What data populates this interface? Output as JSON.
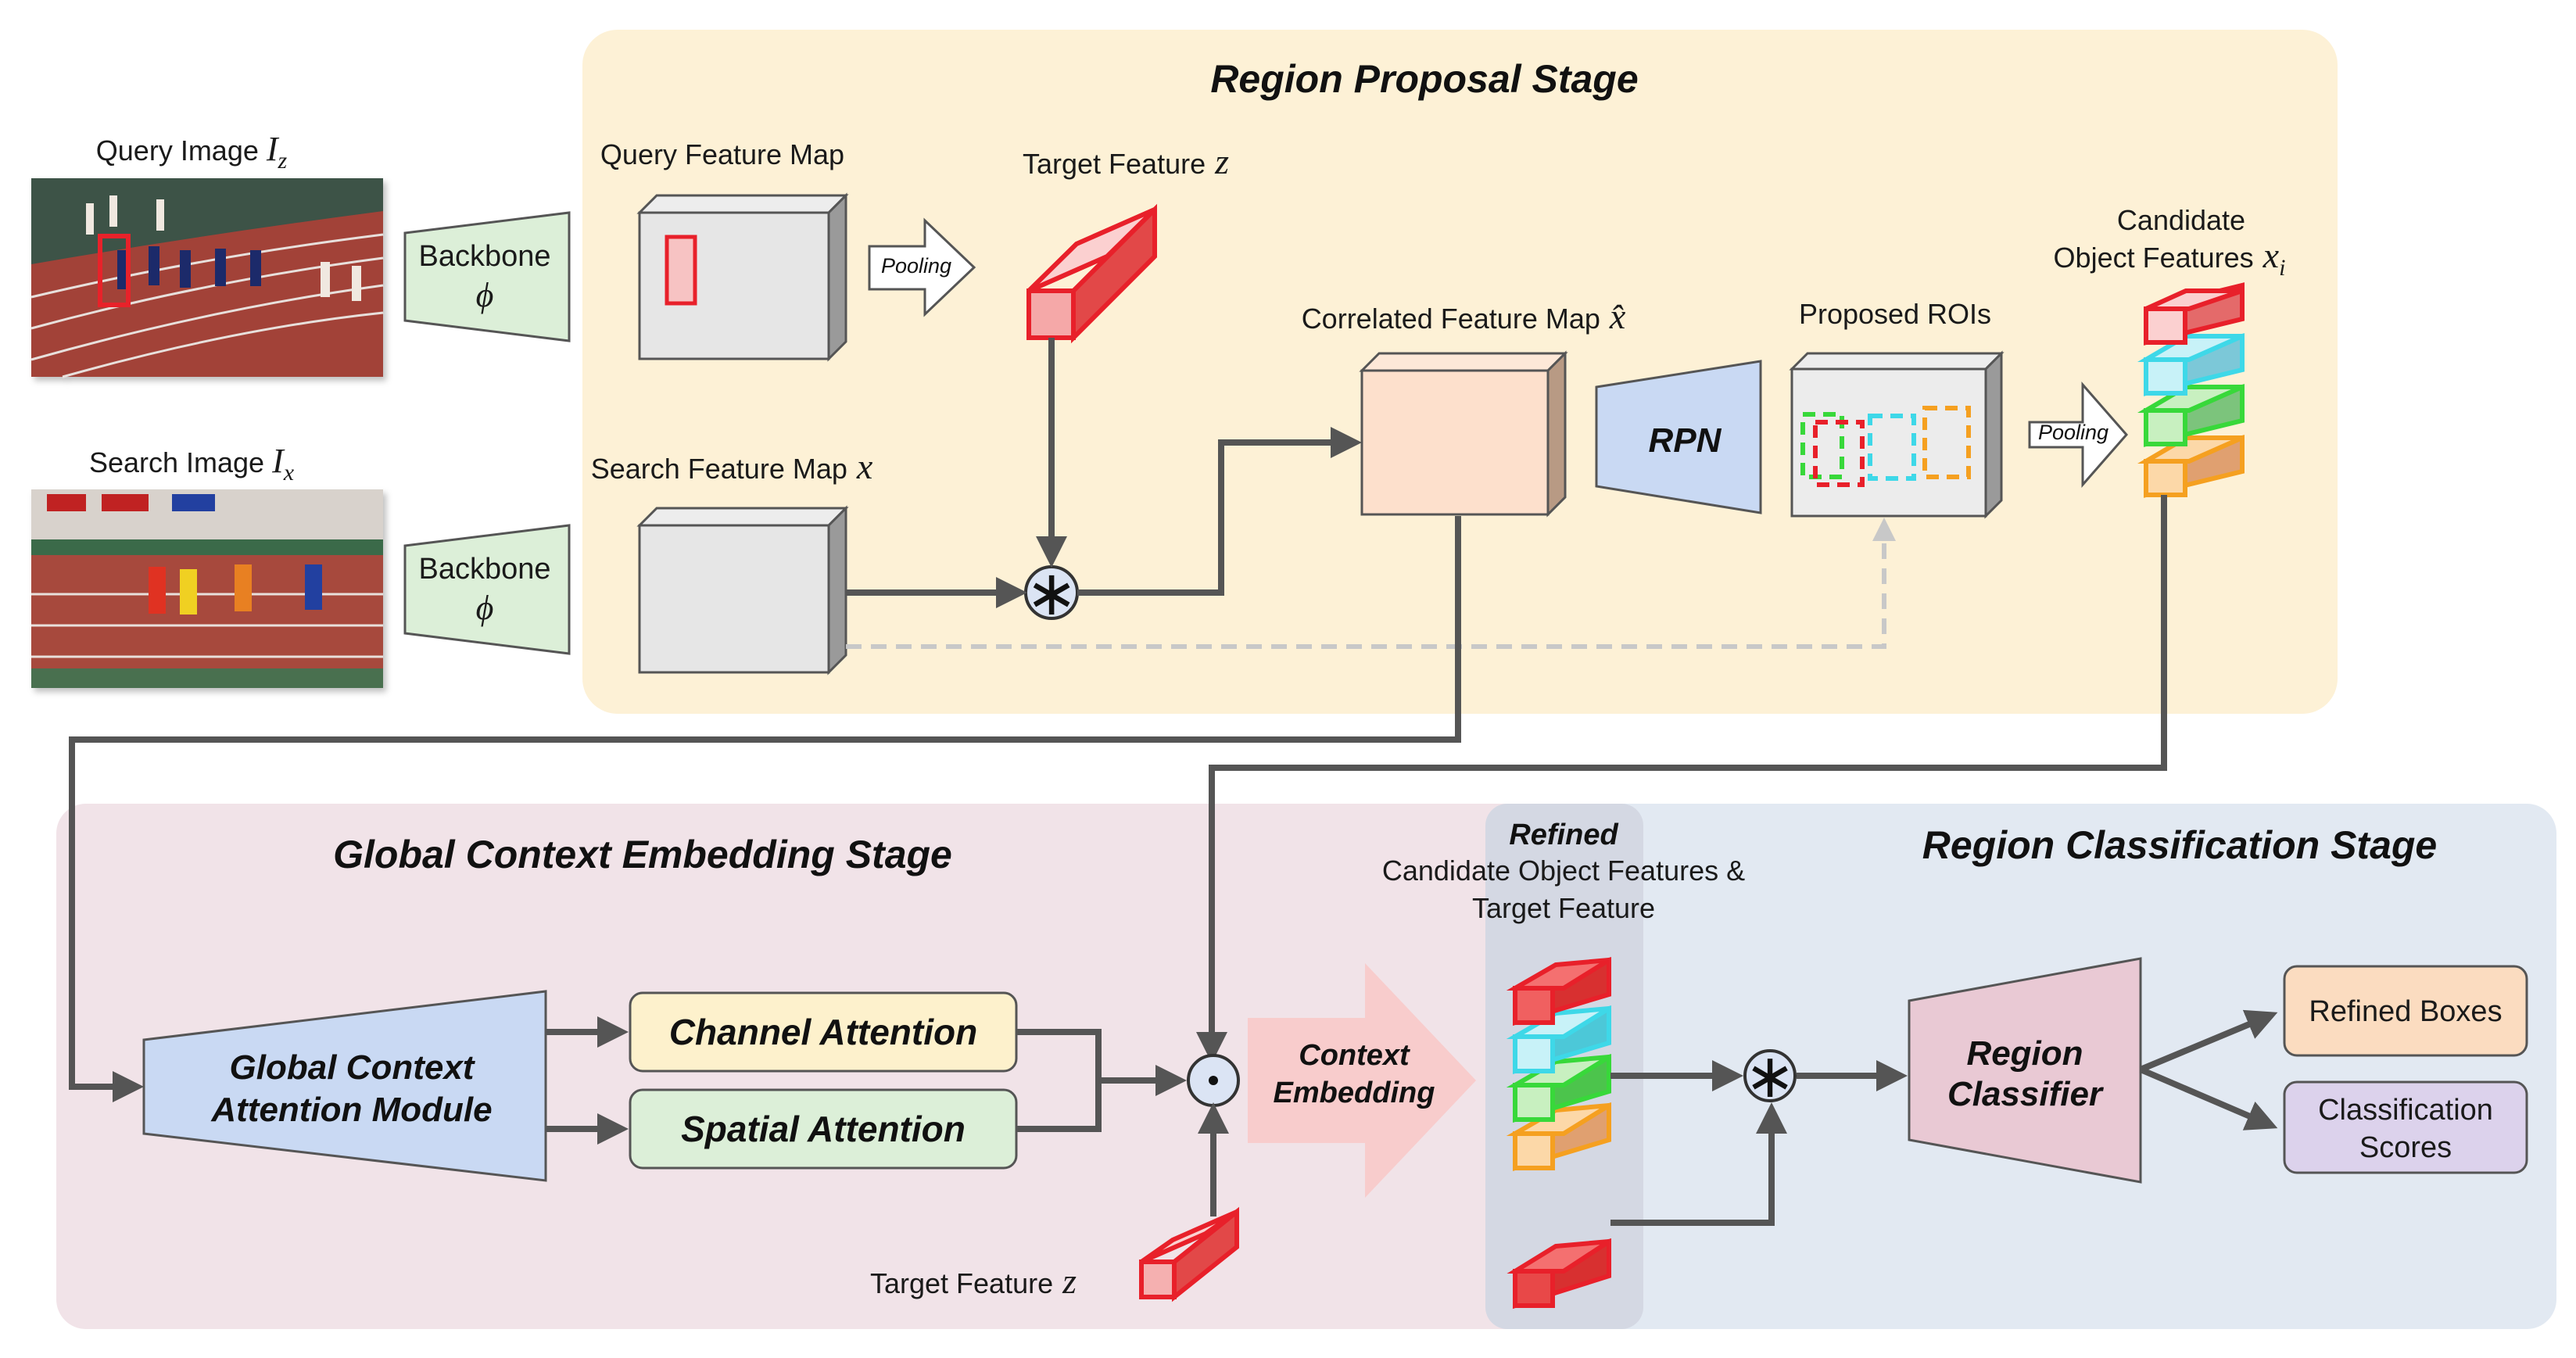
{
  "stages": {
    "region_proposal": "Region Proposal Stage",
    "global_context": "Global Context Embedding Stage",
    "region_classification": "Region Classification Stage"
  },
  "inputs": {
    "query_image": "Query Image",
    "query_sub": "z",
    "search_image": "Search Image",
    "search_sub": "x",
    "I": "I"
  },
  "backbone": {
    "label": "Backbone",
    "symbol": "ϕ"
  },
  "labels": {
    "query_feature_map": "Query Feature Map",
    "target_feature": "Target Feature",
    "z": "z",
    "pooling": "Pooling",
    "search_feature_map": "Search Feature Map",
    "x": "x",
    "correlated_feature_map": "Correlated Feature Map",
    "x_hat": "x̂",
    "rpn": "RPN",
    "proposed_rois": "Proposed ROIs",
    "candidate_line1": "Candidate",
    "candidate_line2": "Object Features",
    "x_i": "x",
    "i": "i"
  },
  "gcam": {
    "line1": "Global Context",
    "line2": "Attention Module",
    "channel": "Channel Attention",
    "spatial": "Spatial Attention",
    "context_line1": "Context",
    "context_line2": "Embedding"
  },
  "refined": {
    "title": "Refined",
    "line2": "Candidate Object Features &",
    "line3": "Target Feature"
  },
  "classifier": {
    "line1": "Region",
    "line2": "Classifier",
    "refined_boxes": "Refined Boxes",
    "scores_line1": "Classification",
    "scores_line2": "Scores"
  },
  "ops": {
    "corr": "∗",
    "dot": "⊙"
  },
  "colors": {
    "proposal_bg": "#fdf1d6",
    "context_bg": "#f1e3e8",
    "classification_bg": "#e2e9f2",
    "backbone": "#dcefd8",
    "rpn": "#c9d9f3",
    "red": "#e8202a",
    "cyan": "#3ed8e8",
    "green": "#38d83a",
    "orange": "#f5a020"
  }
}
